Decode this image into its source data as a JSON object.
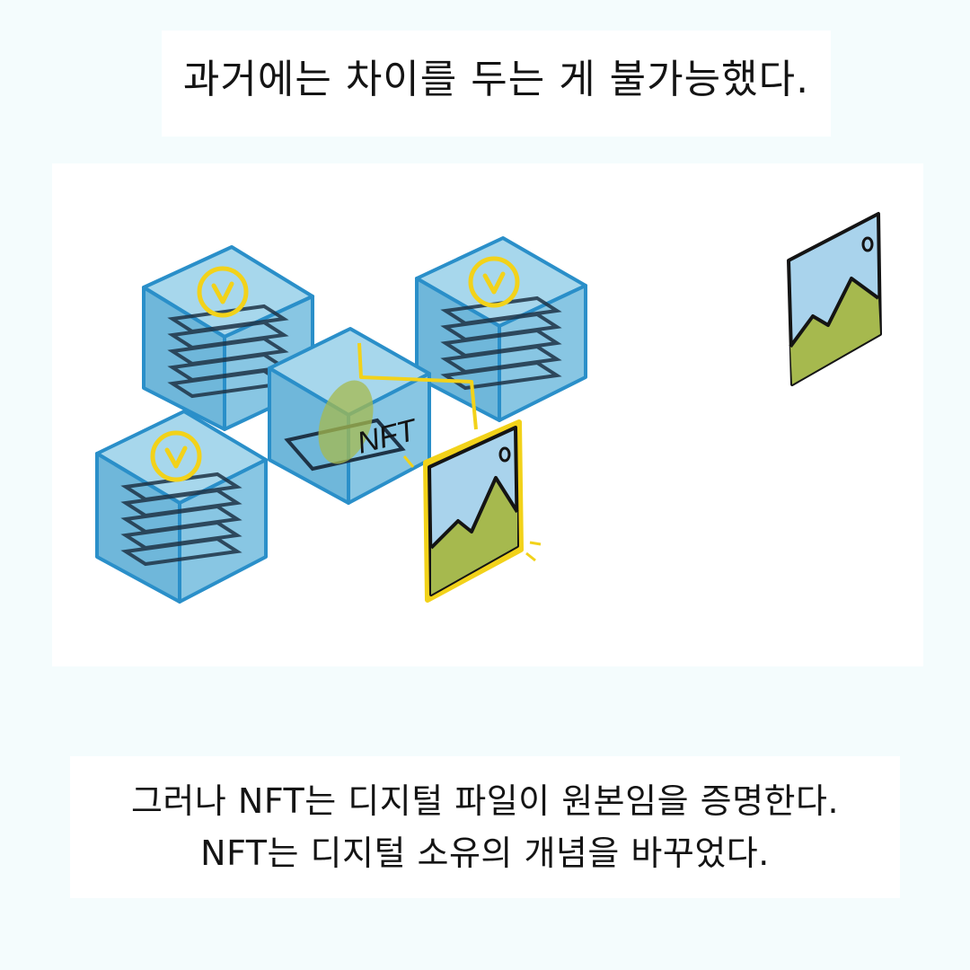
{
  "headline": "과거에는 차이를 두는 게 불가능했다.",
  "illustration": {
    "nft_label": "NFT",
    "icons": [
      "blockchain-block-icon",
      "check-circle-icon",
      "image-frame-icon",
      "mountain-icon"
    ]
  },
  "caption": {
    "line1": "그러나 NFT는 디지털 파일이 원본임을 증명한다.",
    "line2": "NFT는 디지털 소유의 개념을 바꾸었다."
  },
  "colors": {
    "background": "#f4fcfd",
    "block_fill": "#7ec1df",
    "block_stroke": "#2a8fc9",
    "highlight": "#f2d21a",
    "sky": "#a9d3ec",
    "land": "#a6b94e"
  }
}
